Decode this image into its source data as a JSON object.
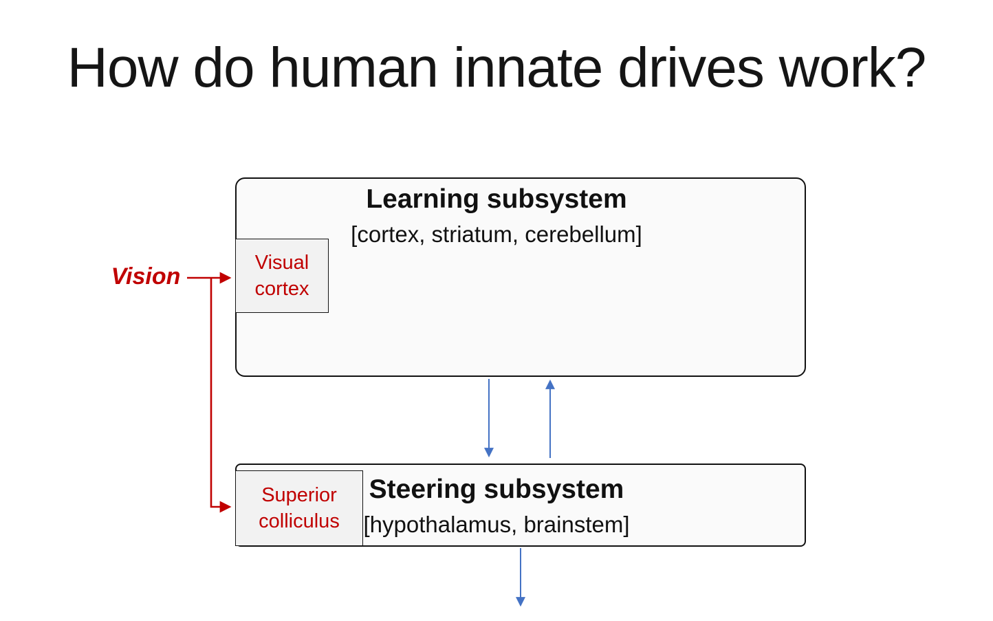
{
  "title": "How do human innate drives work?",
  "diagram": {
    "learning_box": {
      "title": "Learning subsystem",
      "subtitle": "[cortex, striatum, cerebellum]"
    },
    "steering_box": {
      "title": "Steering subsystem",
      "subtitle": "[hypothalamus, brainstem]"
    },
    "visual_cortex_label": "Visual cortex",
    "superior_colliculus_label": "Superior colliculus",
    "vision_label": "Vision",
    "arrows": [
      "vision-to-visual-cortex (red)",
      "vision-to-superior-colliculus (red, branching down)",
      "learning-to-steering (blue, down)",
      "steering-to-learning (blue, up)",
      "steering-output (blue, down, exits diagram)"
    ]
  },
  "colors": {
    "red_accent": "#c00000",
    "blue_arrow": "#4472c4",
    "box_fill_large": "#fafafa",
    "box_fill_small": "#f2f2f2",
    "border": "#111111",
    "background": "#ffffff",
    "title_text": "#151515"
  }
}
